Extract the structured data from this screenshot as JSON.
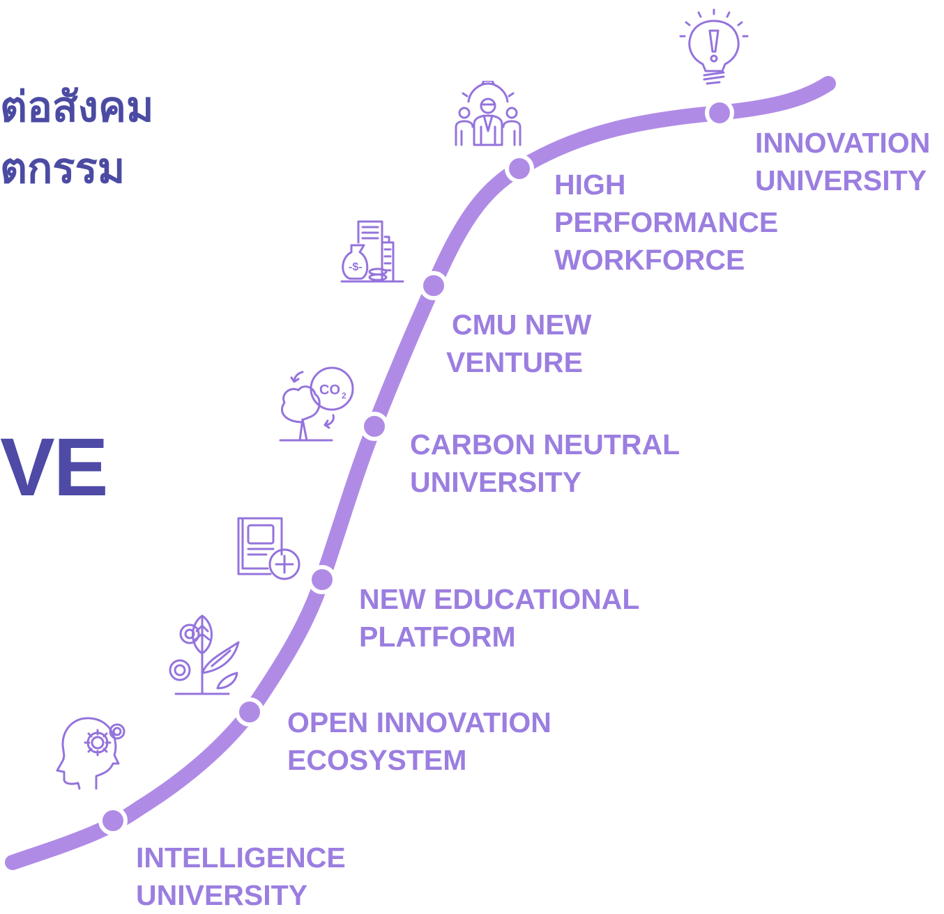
{
  "heading": {
    "line1": "ต่อสังคม",
    "line2": "ตกรรม"
  },
  "big_word": "VE",
  "colors": {
    "heading": "#4b4ba3",
    "curve": "#b08be6",
    "label": "#9b7ee0",
    "icon": "#9473dc"
  },
  "milestones": [
    {
      "id": "intelligence-university",
      "line1": "INTELLIGENCE",
      "line2": "UNIVERSITY",
      "icon": "head-gear-icon"
    },
    {
      "id": "open-innovation-ecosystem",
      "line1": "OPEN INNOVATION",
      "line2": "ECOSYSTEM",
      "icon": "gear-plant-icon"
    },
    {
      "id": "new-educational-platform",
      "line1": "NEW EDUCATIONAL",
      "line2": "PLATFORM",
      "icon": "book-plus-icon"
    },
    {
      "id": "carbon-neutral-university",
      "line1": "CARBON NEUTRAL",
      "line2": "UNIVERSITY",
      "icon": "tree-co2-icon"
    },
    {
      "id": "cmu-new-venture",
      "line1": "CMU NEW",
      "line2": "VENTURE",
      "icon": "moneybag-building-icon"
    },
    {
      "id": "high-performance-workforce",
      "line1": "HIGH",
      "line2": "PERFORMANCE",
      "line3": "WORKFORCE",
      "icon": "team-gear-icon"
    },
    {
      "id": "innovation-university",
      "line1": "INNOVATION",
      "line2": "UNIVERSITY",
      "icon": "lightbulb-icon"
    }
  ]
}
